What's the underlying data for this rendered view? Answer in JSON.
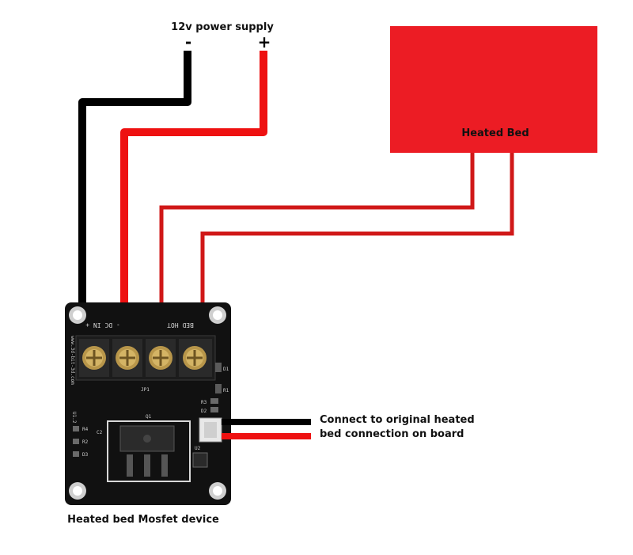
{
  "power_supply": {
    "label": "12v power supply",
    "minus_symbol": "-",
    "plus_symbol": "+"
  },
  "heated_bed": {
    "label": "Heated Bed",
    "color": "#ec1c24"
  },
  "mosfet_board": {
    "caption": "Heated bed Mosfet device",
    "terminal_labels": [
      "- DC IN +",
      "BED HOT"
    ],
    "silkscreen": {
      "url": "www.3d-bit-3d.com",
      "jp1": "JP1",
      "q1": "Q1",
      "u1_2": "U1.2",
      "u2": "U2",
      "r1": "R1",
      "r2": "R2",
      "r3": "R3",
      "r4": "R4",
      "d1": "D1",
      "d2": "D2",
      "d3": "D3",
      "c2": "C2"
    },
    "board_color": "#111111"
  },
  "connection_note": {
    "line1": "Connect to original heated",
    "line2": "bed connection on board"
  },
  "colors": {
    "positive_wire": "#ee1111",
    "negative_wire": "#000000",
    "bed_wire": "#d01818"
  }
}
